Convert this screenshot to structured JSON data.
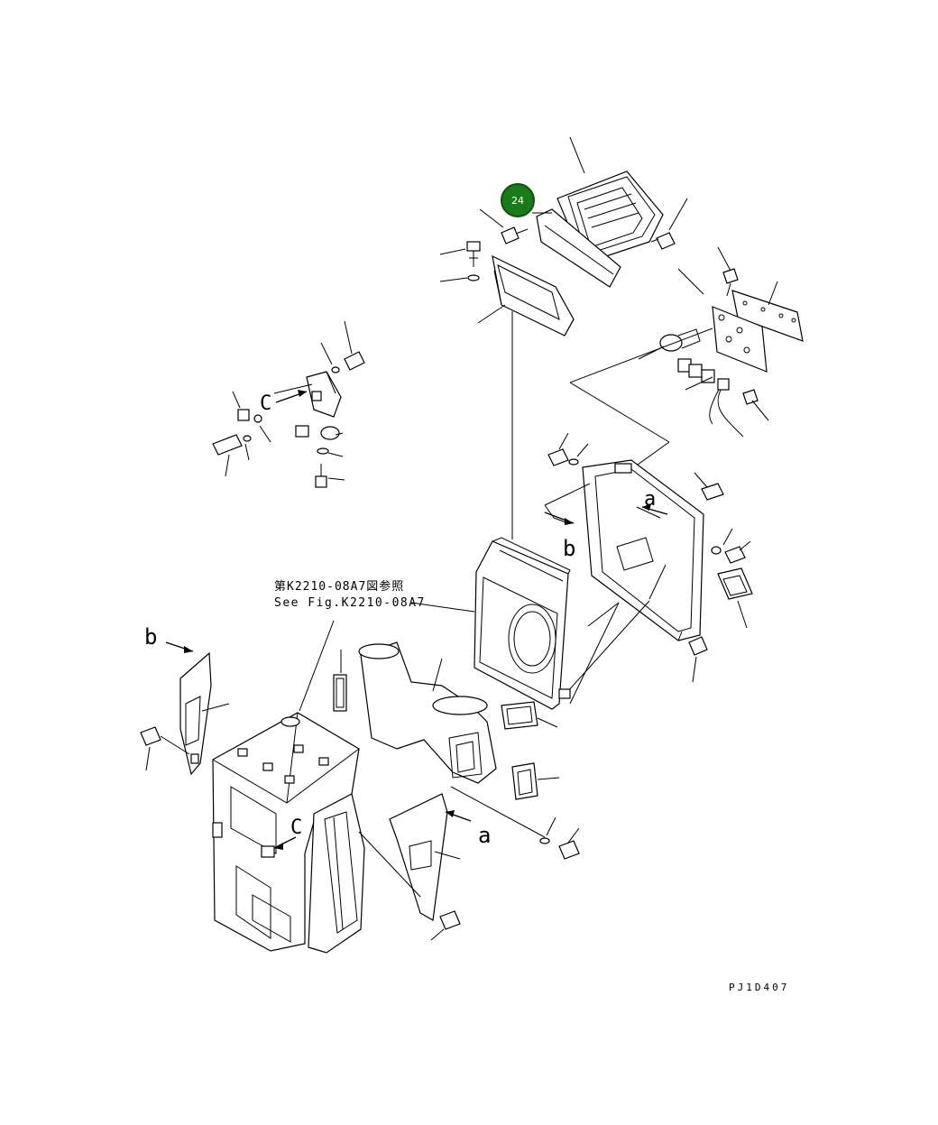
{
  "reference_jp": "第K2210-08A7図参照",
  "reference_en": "See Fig.K2210-08A7",
  "drawing_code": "PJ1D407",
  "view_letters": {
    "a_upper": "a",
    "a_lower": "a",
    "b_upper": "b",
    "b_left": "b",
    "c_upper": "C",
    "c_lower": "C"
  },
  "callout": {
    "number": "24",
    "color": "#1a7a1a"
  }
}
